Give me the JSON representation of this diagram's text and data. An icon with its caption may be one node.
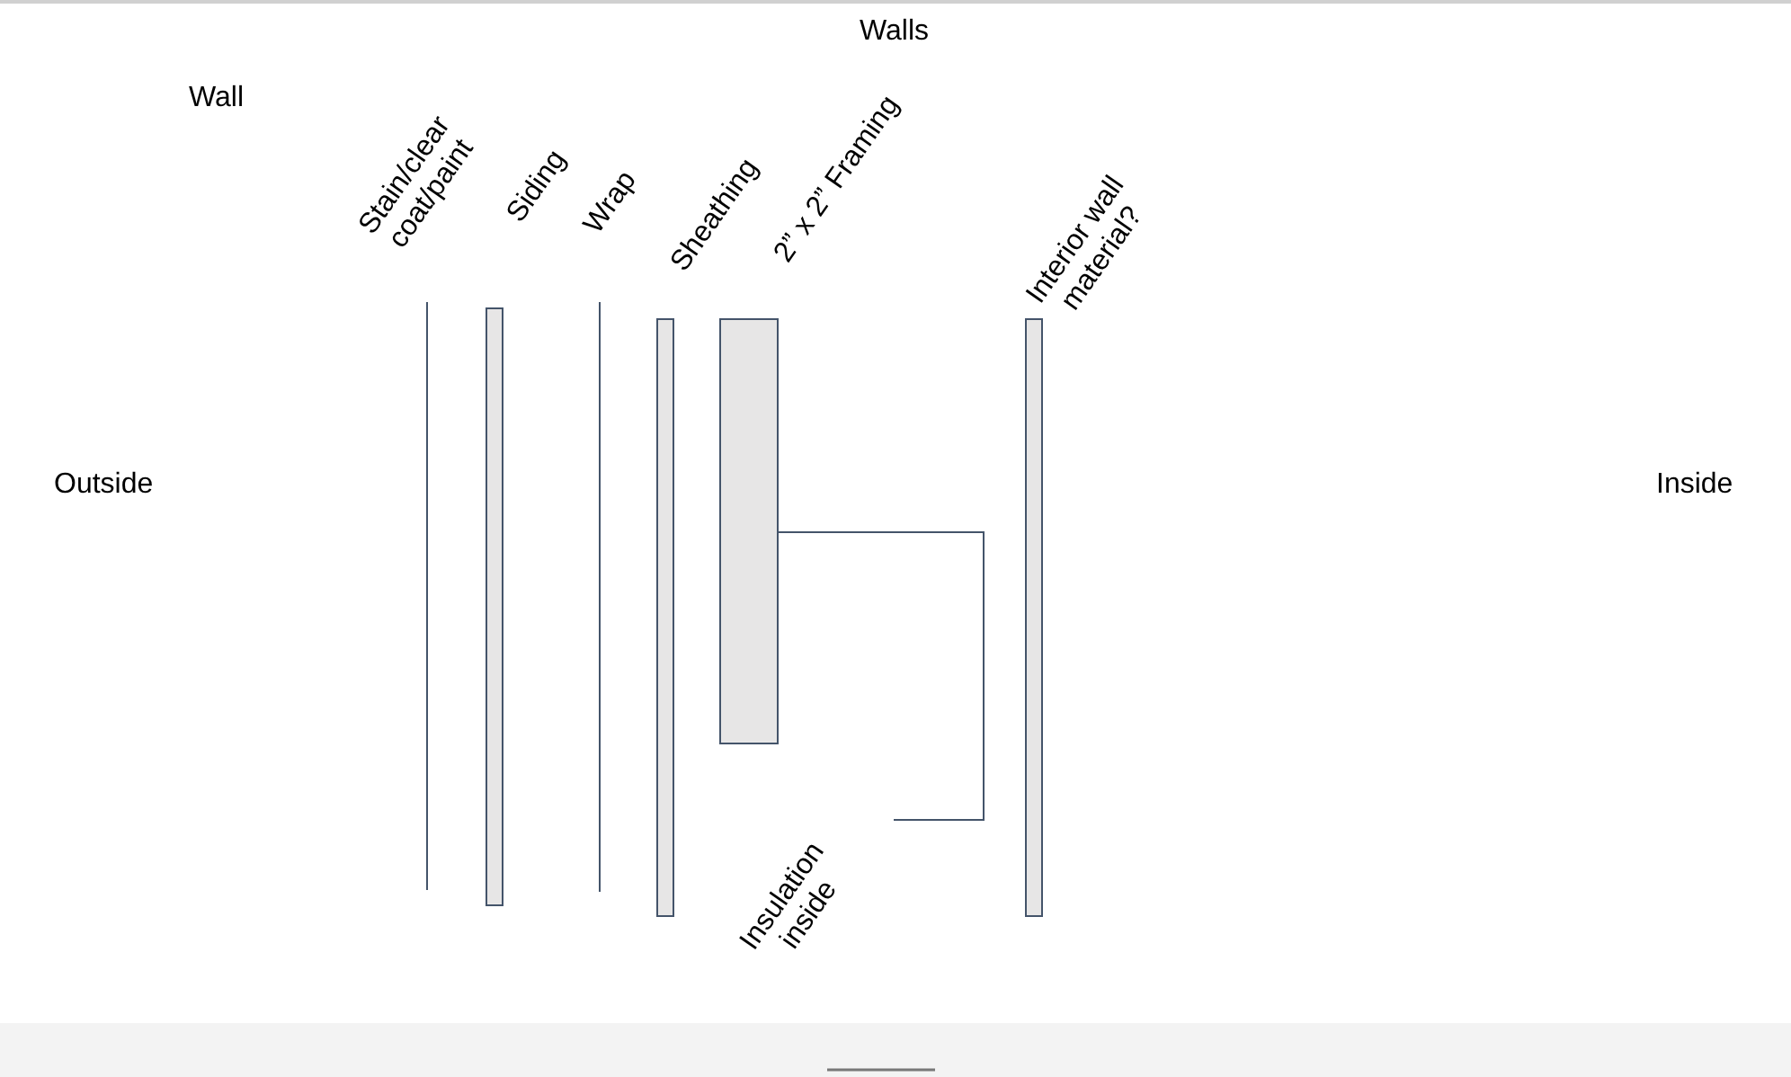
{
  "diagram": {
    "title": "Walls",
    "nodes": [
      {
        "text": [
          "Stain/clear coat/paint"
        ]
      },
      {
        "text": [
          "Siding"
        ]
      },
      {
        "text": [
          "Wrap"
        ]
      },
      {
        "text": [
          "Sheathing"
        ]
      },
      {
        "text": [
          "2” x 2” Framing"
        ]
      },
      {
        "text": [
          "Interior wall material?"
        ]
      }
    ],
    "labels": [
      "Wall",
      "Outside",
      "Inside",
      "Insulation inside"
    ]
  }
}
